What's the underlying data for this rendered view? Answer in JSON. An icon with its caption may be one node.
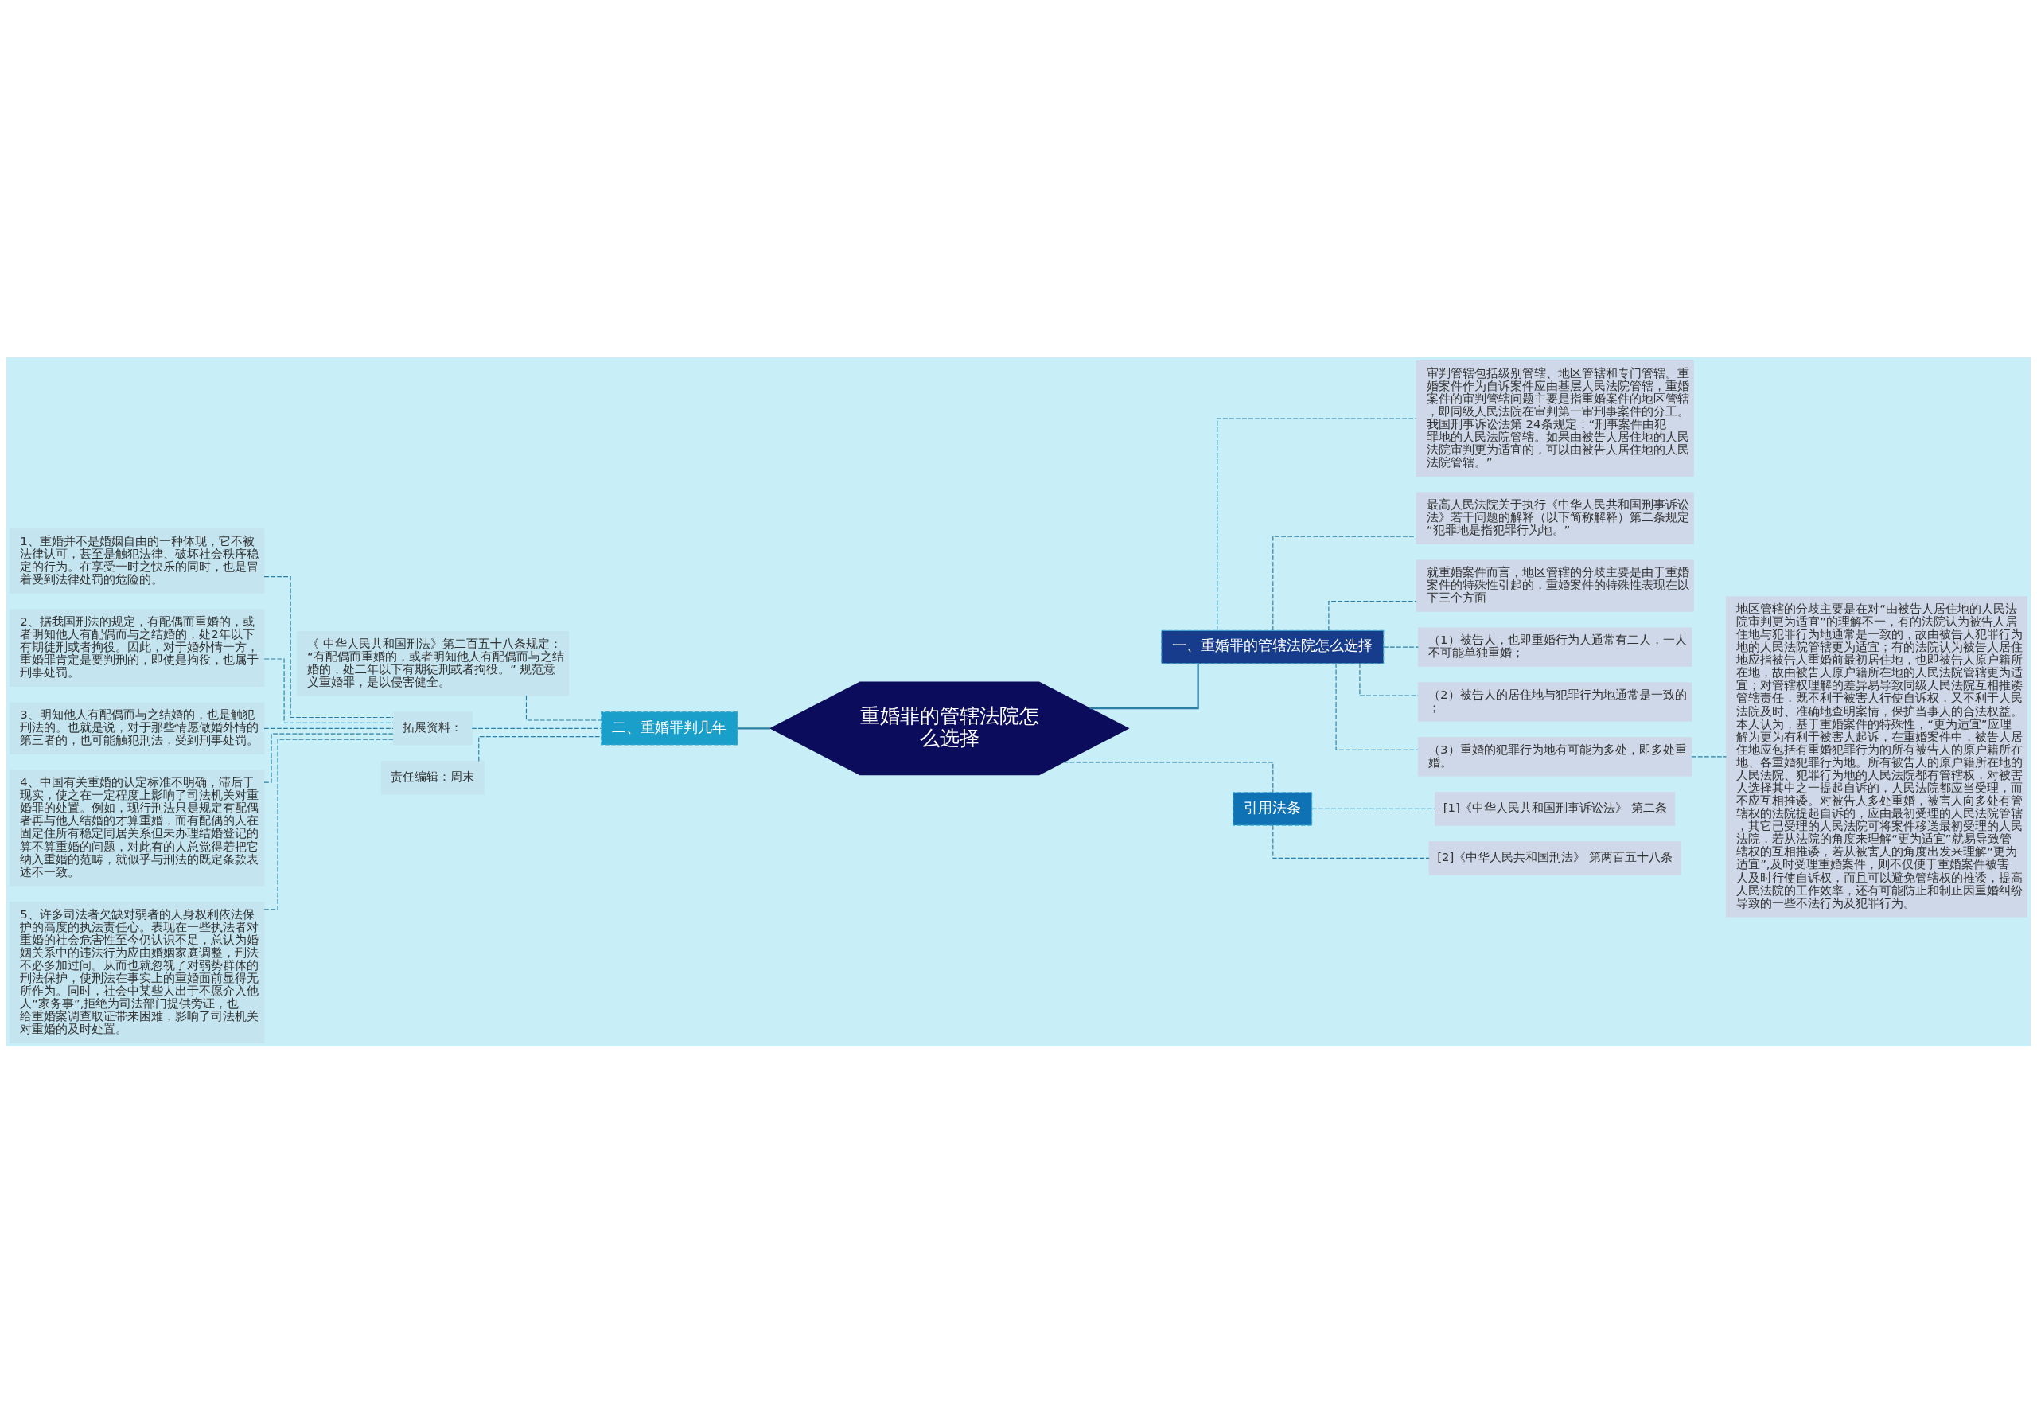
{
  "diagram": {
    "nodes": [
      {
        "text": [
          "重婚罪的管辖法院怎么选择"
        ]
      },
      {
        "text": [
          "一、重婚罪的管辖法院怎么选择"
        ]
      },
      {
        "text": [
          "审判管辖包括级别管辖、地区管辖和专门管辖。重婚案件作为自诉案件应由基层人民法院管辖，重婚案件的审判管辖问题主要是指重婚案件的地区管辖，即同级人民法院在审判第一审刑事案件的分工。我国刑事诉讼法第 24条规定：“刑事案件由犯罪地的人民法院管辖。如果由被告人居住地的人民法院审判更为适宜的，可以由被告人居住地的人民法院管辖。”"
        ]
      },
      {
        "text": [
          "最高人民法院关于执行《中华人民共和国刑事诉讼法》若干问题的解释（以下简称解释）第二条规定“犯罪地是指犯罪行为地。”"
        ]
      },
      {
        "text": [
          "就重婚案件而言，地区管辖的分歧主要是由于重婚案件的特殊性引起的，重婚案件的特殊性表现在以下三个方面"
        ]
      },
      {
        "text": [
          "（1）被告人，也即重婚行为人通常有二人，一人不可能单独重婚；"
        ]
      },
      {
        "text": [
          "（2）被告人的居住地与犯罪行为地通常是一致的；"
        ]
      },
      {
        "text": [
          "（3）重婚的犯罪行为地有可能为多处，即多处重婚。"
        ]
      },
      {
        "text": [
          "地区管辖的分歧主要是在对“由被告人居住地的人民法院审判更为适宜”的理解不一，有的法院认为被告人居住地与犯罪行为地通常是一致的，故由被告人犯罪行为地的人民法院管辖更为适宜；有的法院认为被告人居住地应指被告人重婚前最初居住地，也即被告人原户籍所在地，故由被告人原户籍所在地的人民法院管辖更为适宜；对管辖权理解的差异易导致同级人民法院互相推诿管辖责任，既不利于被害人行使自诉权，又不利于人民法院及时、准确地查明案情，保护当事人的合法权益。本人认为，基于重婚案件的特殊性，“更为适宜”应理解为更为有利于被害人起诉，在重婚案件中，被告人居住地应包括有重婚犯罪行为的所有被告人的原户籍所在地、各重婚犯罪行为地。所有被告人的原户籍所在地的人民法院、犯罪行为地的人民法院都有管辖权，对被害人选择其中之一提起自诉的，人民法院都应当受理，而不应互相推诿。对被告人多处重婚，被害人向多处有管辖权的法院提起自诉的，应由最初受理的人民法院管辖，其它已受理的人民法院可将案件移送最初受理的人民法院，若从法院的角度来理解“更为适宜”就易导致管辖权的互相推诿，若从被害人的角度出发来理解“更为适宜”,及时受理重婚案件，则不仅便于重婚案件被害人及时行使自诉权，而且可以避免管辖权的推诿，提高人民法院的工作效率，还有可能防止和制止因重婚纠纷导致的一些不法行为及犯罪行为。"
        ]
      },
      {
        "text": [
          "引用法条"
        ]
      },
      {
        "text": [
          "[1]《中华人民共和国刑事诉讼法》 第二条"
        ]
      },
      {
        "text": [
          "[2]《中华人民共和国刑法》 第两百五十八条"
        ]
      },
      {
        "text": [
          "二、重婚罪判几年"
        ]
      },
      {
        "text": [
          "《 中华人民共和国刑法》第二百五十八条规定：“有配偶而重婚的，或者明知他人有配偶而与之结婚的，处二年以下有期徒刑或者拘役。” 规范意义重婚罪，是以侵害健全。"
        ]
      },
      {
        "text": [
          "拓展资料："
        ]
      },
      {
        "text": [
          "1、重婚并不是婚姻自由的一种体现，它不被法律认可，甚至是触犯法律、破坏社会秩序稳定的行为。在享受一时之快乐的同时，也是冒着受到法律处罚的危险的。"
        ]
      },
      {
        "text": [
          "2、据我国刑法的规定，有配偶而重婚的，或者明知他人有配偶而与之结婚的，处2年以下有期徒刑或者拘役。因此，对于婚外情一方，重婚罪肯定是要判刑的，即使是拘役，也属于刑事处罚。"
        ]
      },
      {
        "text": [
          "3、明知他人有配偶而与之结婚的，也是触犯刑法的。也就是说，对于那些情愿做婚外情的第三者的，也可能触犯刑法，受到刑事处罚。"
        ]
      },
      {
        "text": [
          "4、中国有关重婚的认定标准不明确，滞后于现实，使之在一定程度上影响了司法机关对重婚罪的处置。例如，现行刑法只是规定有配偶者再与他人结婚的才算重婚，而有配偶的人在固定住所有稳定同居关系但未办理结婚登记的算不算重婚的问题，对此有的人总觉得若把它纳入重婚的范畴，就似乎与刑法的既定条款表述不一致。"
        ]
      },
      {
        "text": [
          "5、许多司法者欠缺对弱者的人身权利依法保护的高度的执法责任心。表现在一些执法者对重婚的社会危害性至今仍认识不足，总认为婚姻关系中的违法行为应由婚姻家庭调整，刑法不必多加过问。从而也就忽视了对弱势群体的刑法保护，使刑法在事实上的重婚面前显得无所作为。同时，社会中某些人出于不愿介入他人“家务事”,拒绝为司法部门提供旁证，也给重婚案调查取证带来困难，影响了司法机关对重婚的及时处置。"
        ]
      },
      {
        "text": [
          "责任编辑：周末"
        ]
      }
    ],
    "edges": [
      {
        "from": 0,
        "to": 1,
        "arrow": "none"
      },
      {
        "from": 1,
        "to": 2,
        "arrow": "none",
        "style": "dashed"
      },
      {
        "from": 1,
        "to": 3,
        "arrow": "none",
        "style": "dashed"
      },
      {
        "from": 1,
        "to": 4,
        "arrow": "none",
        "style": "dashed"
      },
      {
        "from": 1,
        "to": 5,
        "arrow": "none",
        "style": "dashed"
      },
      {
        "from": 1,
        "to": 6,
        "arrow": "none",
        "style": "dashed"
      },
      {
        "from": 1,
        "to": 7,
        "arrow": "none",
        "style": "dashed"
      },
      {
        "from": 7,
        "to": 8,
        "arrow": "none",
        "style": "dashed"
      },
      {
        "from": 0,
        "to": 9,
        "arrow": "none",
        "style": "dashed"
      },
      {
        "from": 9,
        "to": 10,
        "arrow": "none",
        "style": "dashed"
      },
      {
        "from": 9,
        "to": 11,
        "arrow": "none",
        "style": "dashed"
      },
      {
        "from": 0,
        "to": 12,
        "arrow": "none"
      },
      {
        "from": 12,
        "to": 13,
        "arrow": "none",
        "style": "dashed"
      },
      {
        "from": 12,
        "to": 14,
        "arrow": "none",
        "style": "dashed"
      },
      {
        "from": 14,
        "to": 15,
        "arrow": "none",
        "style": "dashed"
      },
      {
        "from": 14,
        "to": 16,
        "arrow": "none",
        "style": "dashed"
      },
      {
        "from": 14,
        "to": 17,
        "arrow": "none",
        "style": "dashed"
      },
      {
        "from": 14,
        "to": 18,
        "arrow": "none",
        "style": "dashed"
      },
      {
        "from": 14,
        "to": 19,
        "arrow": "none",
        "style": "dashed"
      },
      {
        "from": 12,
        "to": 20,
        "arrow": "none",
        "style": "dashed"
      }
    ]
  }
}
